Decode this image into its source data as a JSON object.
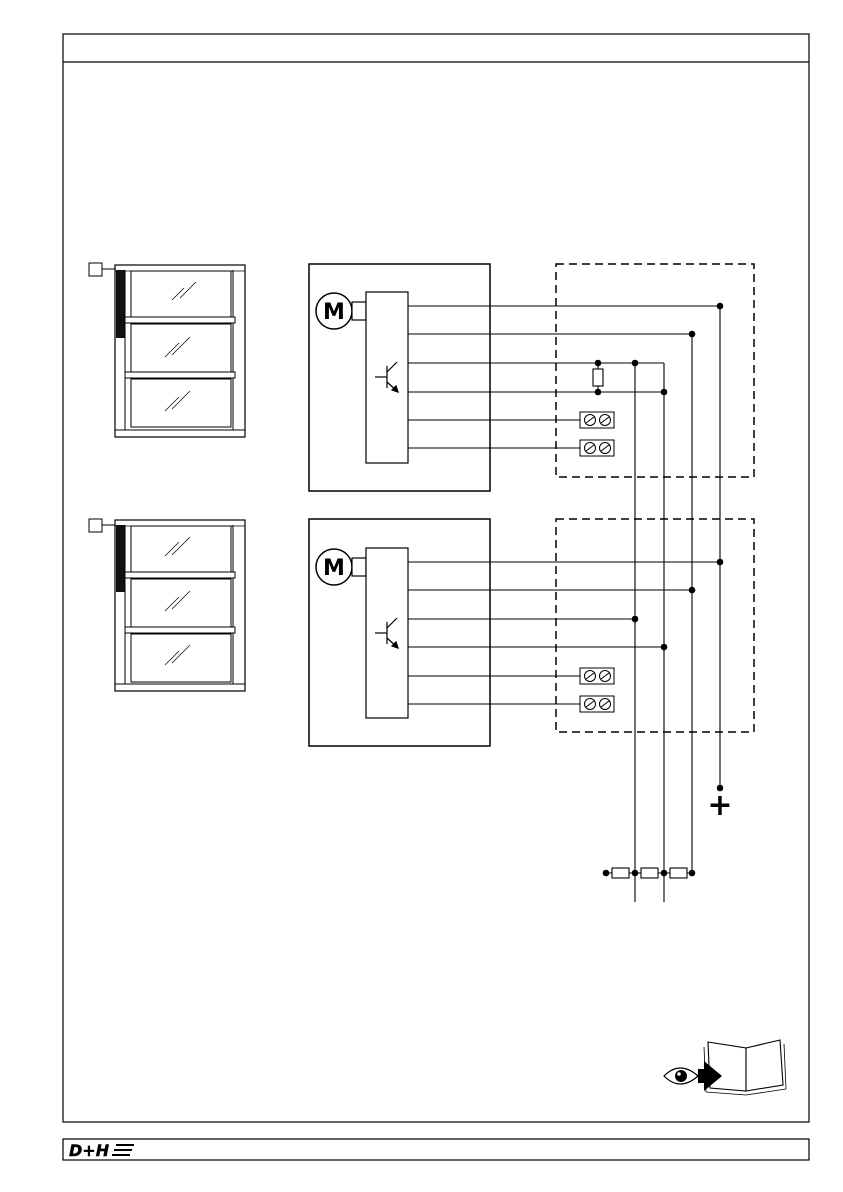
{
  "header": {
    "title": ""
  },
  "diagram": {
    "units": [
      {
        "motor_label": "M"
      },
      {
        "motor_label": "M"
      }
    ],
    "supply_terminal_symbol": "+"
  },
  "footer": {
    "brand": "D+H"
  }
}
